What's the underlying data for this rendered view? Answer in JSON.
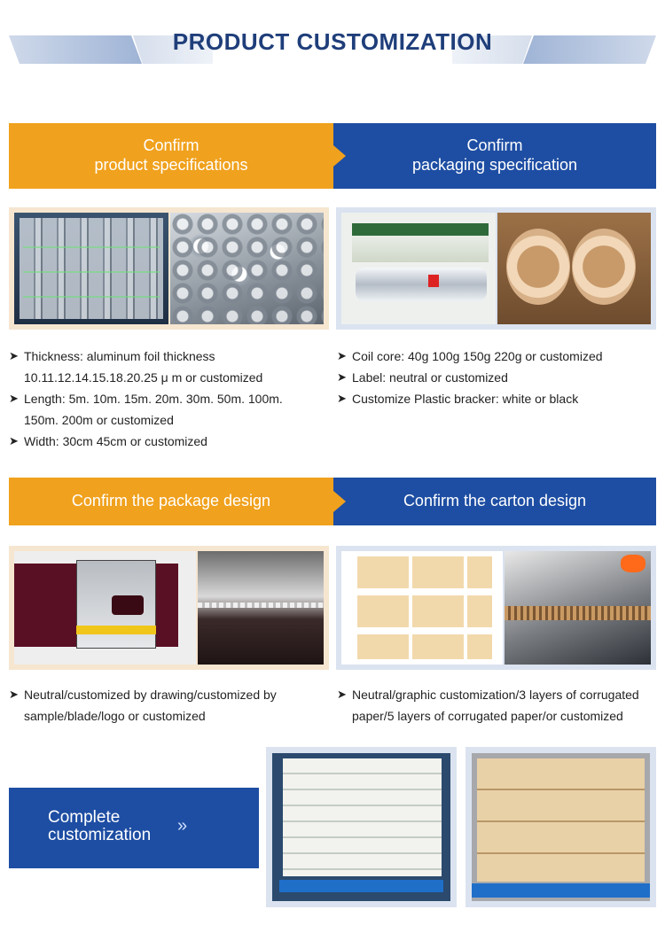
{
  "header": {
    "title": "PRODUCT CUSTOMIZATION"
  },
  "row1": {
    "left_bar": {
      "line1": "Confirm",
      "line2": "product specifications"
    },
    "right_bar": {
      "line1": "Confirm",
      "line2": "packaging specification"
    },
    "left_specs": [
      "Thickness: aluminum foil thickness",
      "10.11.12.14.15.18.20.25 μ m or customized",
      "Length: 5m. 10m. 15m. 20m. 30m. 50m. 100m.",
      "150m. 200m or customized",
      "Width: 30cm 45cm or customized"
    ],
    "right_specs": [
      "Coil core: 40g 100g 150g 220g or customized",
      "Label: neutral or customized",
      "Customize Plastic bracker: white or black"
    ]
  },
  "row2": {
    "left_bar": {
      "label": "Confirm the package design"
    },
    "right_bar": {
      "label": "Confirm the carton design"
    },
    "left_specs": [
      "Neutral/customized by drawing/customized by",
      "sample/blade/logo or customized"
    ],
    "right_specs": [
      "Neutral/graphic customization/3 layers of corrugated",
      "paper/5 layers of corrugated paper/or customized"
    ]
  },
  "complete": {
    "line1": "Complete",
    "line2": "customization",
    "icon": "double-chevron-right-icon"
  },
  "colors": {
    "orange": "#f0a11d",
    "blue": "#1e4ea3",
    "title": "#1f3e7a"
  },
  "bullet_glyph": "➤",
  "chevron_glyph": "»"
}
